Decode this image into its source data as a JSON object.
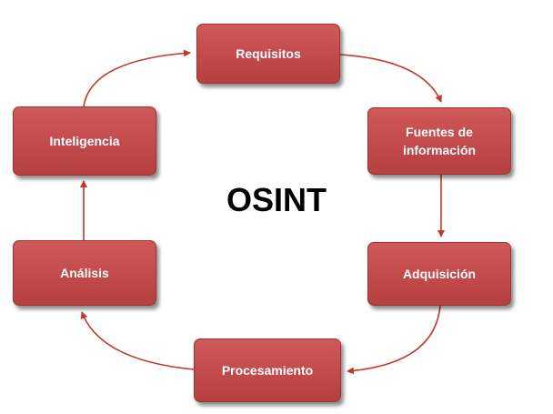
{
  "diagram": {
    "center_title": "OSINT",
    "nodes": [
      {
        "id": "requisitos",
        "label": "Requisitos"
      },
      {
        "id": "fuentes",
        "label": "Fuentes de información"
      },
      {
        "id": "adquisicion",
        "label": "Adquisición"
      },
      {
        "id": "procesamiento",
        "label": "Procesamiento"
      },
      {
        "id": "analisis",
        "label": "Análisis"
      },
      {
        "id": "inteligencia",
        "label": "Inteligencia"
      }
    ],
    "edges": [
      {
        "from": "requisitos",
        "to": "fuentes"
      },
      {
        "from": "fuentes",
        "to": "adquisicion"
      },
      {
        "from": "adquisicion",
        "to": "procesamiento"
      },
      {
        "from": "procesamiento",
        "to": "analisis"
      },
      {
        "from": "analisis",
        "to": "inteligencia"
      },
      {
        "from": "inteligencia",
        "to": "requisitos"
      }
    ],
    "colors": {
      "node_fill": "#c24a4a",
      "arrow": "#c0392b",
      "title": "#000000"
    }
  }
}
